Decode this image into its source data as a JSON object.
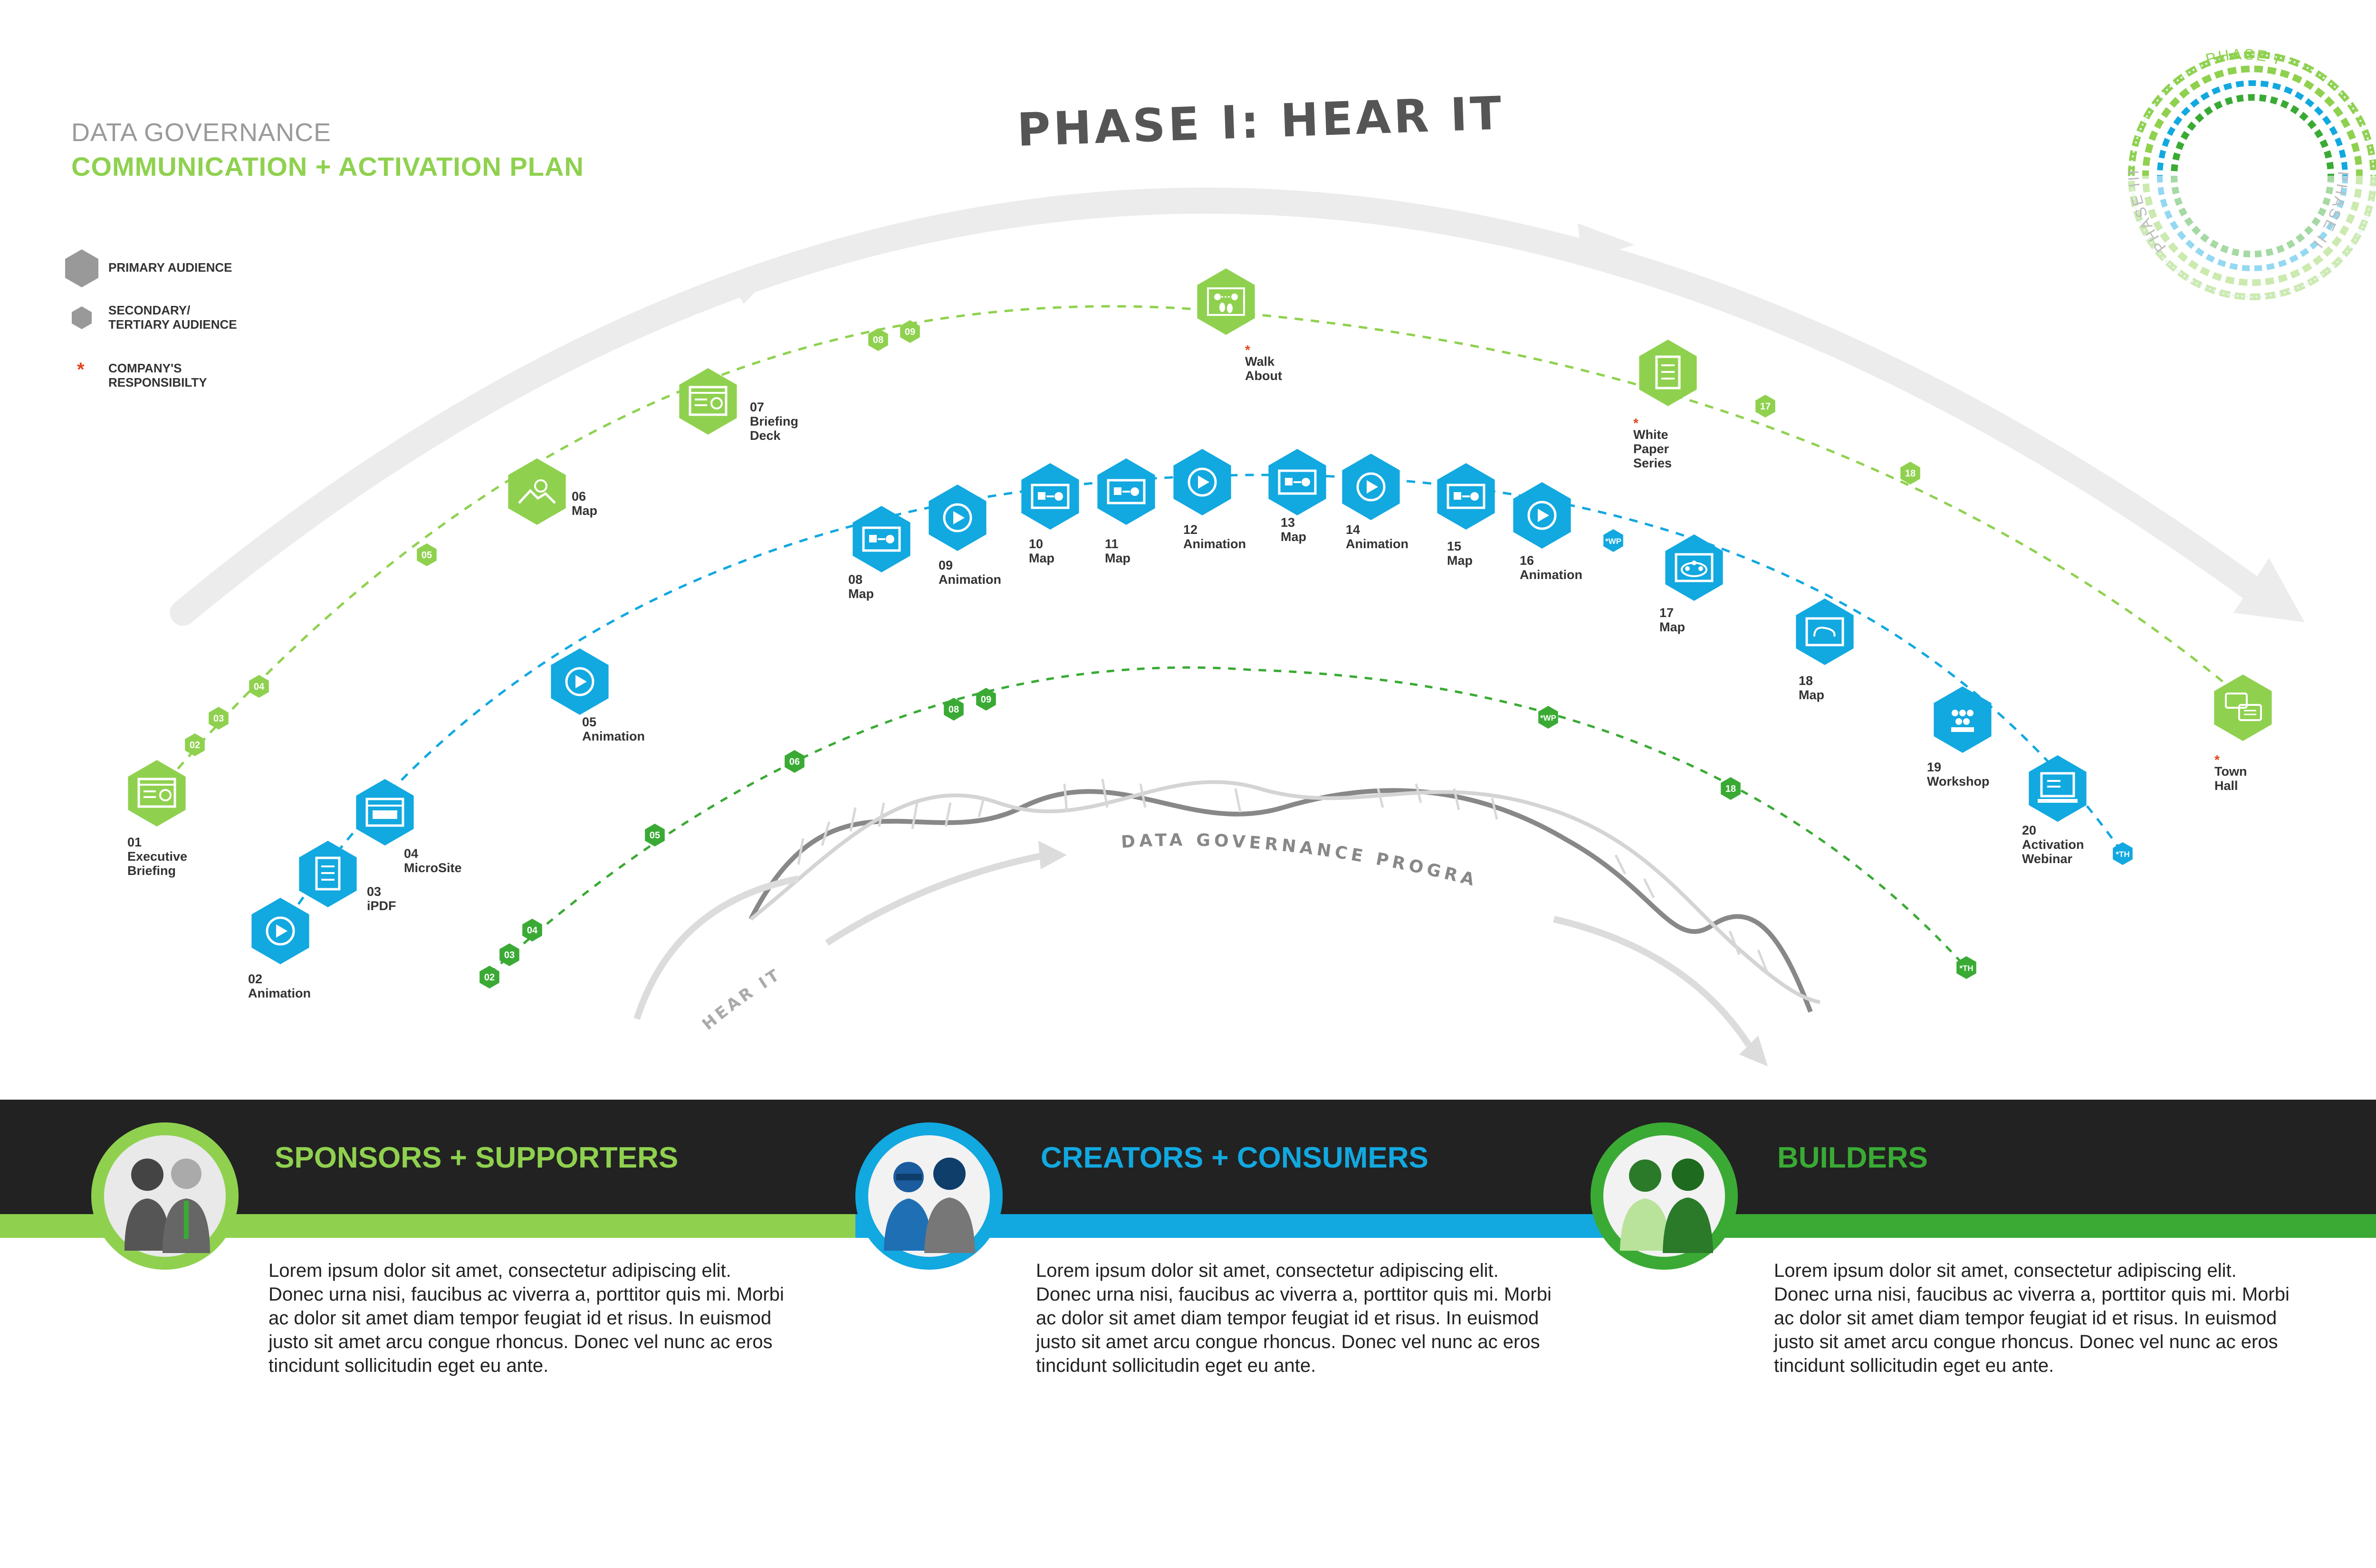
{
  "header": {
    "line1": "DATA GOVERNANCE",
    "line2": "COMMUNICATION + ACTIVATION PLAN"
  },
  "phase_title": "PHASE I: HEAR IT",
  "legend": {
    "primary": "PRIMARY AUDIENCE",
    "secondary_1": "SECONDARY/",
    "secondary_2": "TERTIARY AUDIENCE",
    "responsibility_1": "COMPANY'S",
    "responsibility_2": "RESPONSIBILTY",
    "asterisk": "*"
  },
  "phase_wheel": {
    "phase1": "PHASE I",
    "phase2": "PHASE II",
    "phase3": "PHASE III"
  },
  "program": {
    "label": "DATA GOVERNANCE PROGRAM",
    "hear_it": "HEAR IT"
  },
  "colors": {
    "light_green": "#8fd14f",
    "blue": "#12a8e0",
    "dark_green": "#3aaa35",
    "gray_arrow": "#e8e8e8",
    "dark_band": "#222222",
    "accent_orange": "#e2461d"
  },
  "nodes": [
    {
      "num": "01",
      "label_lines": [
        "Executive",
        "Briefing"
      ],
      "icon": "presentation-icon",
      "color": "light_green"
    },
    {
      "num": "02",
      "label_lines": [
        "Animation"
      ],
      "icon": "play-icon",
      "color": "blue"
    },
    {
      "num": "03",
      "label_lines": [
        "iPDF"
      ],
      "icon": "document-icon",
      "color": "blue"
    },
    {
      "num": "04",
      "label_lines": [
        "MicroSite"
      ],
      "icon": "browser-icon",
      "color": "blue"
    },
    {
      "num": "05",
      "label_lines": [
        "Animation"
      ],
      "icon": "play-icon",
      "color": "blue"
    },
    {
      "num": "06",
      "label_lines": [
        "Map"
      ],
      "icon": "landscape-icon",
      "color": "light_green"
    },
    {
      "num": "07",
      "label_lines": [
        "Briefing",
        "Deck"
      ],
      "icon": "presentation-icon",
      "color": "light_green"
    },
    {
      "num": "08",
      "label_lines": [
        "Map"
      ],
      "icon": "flow-map-icon",
      "color": "blue"
    },
    {
      "num": "09",
      "label_lines": [
        "Animation"
      ],
      "icon": "play-icon",
      "color": "blue"
    },
    {
      "num": "10",
      "label_lines": [
        "Map"
      ],
      "icon": "flow-map-icon",
      "color": "blue"
    },
    {
      "num": "11",
      "label_lines": [
        "Map"
      ],
      "icon": "flow-map-icon",
      "color": "blue"
    },
    {
      "num": "12",
      "label_lines": [
        "Animation"
      ],
      "icon": "play-icon",
      "color": "blue"
    },
    {
      "num": "13",
      "label_lines": [
        "Map"
      ],
      "icon": "flow-map-icon",
      "color": "blue"
    },
    {
      "num": "14",
      "label_lines": [
        "Animation"
      ],
      "icon": "play-icon",
      "color": "blue"
    },
    {
      "num": "15",
      "label_lines": [
        "Map"
      ],
      "icon": "flow-map-icon",
      "color": "blue"
    },
    {
      "num": "16",
      "label_lines": [
        "Animation"
      ],
      "icon": "play-icon",
      "color": "blue"
    },
    {
      "num": "",
      "label_lines": [
        "Walk",
        "About"
      ],
      "icon": "footsteps-icon",
      "color": "light_green",
      "responsibility": true
    },
    {
      "num": "",
      "label_lines": [
        "White",
        "Paper",
        "Series"
      ],
      "icon": "document-icon",
      "color": "light_green",
      "responsibility": true
    },
    {
      "num": "17",
      "label_lines": [
        "Map"
      ],
      "icon": "network-map-icon",
      "color": "blue"
    },
    {
      "num": "18",
      "label_lines": [
        "Map"
      ],
      "icon": "route-map-icon",
      "color": "blue"
    },
    {
      "num": "19",
      "label_lines": [
        "Workshop"
      ],
      "icon": "workshop-icon",
      "color": "blue"
    },
    {
      "num": "20",
      "label_lines": [
        "Activation",
        "Webinar"
      ],
      "icon": "computer-icon",
      "color": "blue"
    },
    {
      "num": "",
      "label_lines": [
        "Town",
        "Hall"
      ],
      "icon": "chat-bubbles-icon",
      "color": "light_green",
      "responsibility": true
    }
  ],
  "markers": {
    "upper": [
      "02",
      "03",
      "04",
      "05",
      "08",
      "09",
      "17",
      "18"
    ],
    "middle": [
      "*WP",
      "*TH"
    ],
    "lower": [
      "02",
      "03",
      "04",
      "05",
      "06",
      "08",
      "09",
      "*WP",
      "18",
      "*TH"
    ]
  },
  "audiences": [
    {
      "title": "SPONSORS + SUPPORTERS",
      "color": "#8fd14f",
      "body": "Lorem ipsum dolor sit amet, consectetur adipiscing elit. Donec urna nisi, faucibus ac viverra a, porttitor quis mi. Morbi ac dolor sit amet diam tempor feugiat id et risus. In euismod justo sit amet arcu congue rhoncus. Donec vel nunc ac eros tincidunt sollicitudin eget eu ante."
    },
    {
      "title": "CREATORS + CONSUMERS",
      "color": "#12a8e0",
      "body": "Lorem ipsum dolor sit amet, consectetur adipiscing elit. Donec urna nisi, faucibus ac viverra a, porttitor quis mi. Morbi ac dolor sit amet diam tempor feugiat id et risus. In euismod justo sit amet arcu congue rhoncus. Donec vel nunc ac eros tincidunt sollicitudin eget eu ante."
    },
    {
      "title": "BUILDERS",
      "color": "#3aaa35",
      "body": "Lorem ipsum dolor sit amet, consectetur adipiscing elit. Donec urna nisi, faucibus ac viverra a, porttitor quis mi. Morbi ac dolor sit amet diam tempor feugiat id et risus. In euismod justo sit amet arcu congue rhoncus. Donec vel nunc ac eros tincidunt sollicitudin eget eu ante."
    }
  ]
}
